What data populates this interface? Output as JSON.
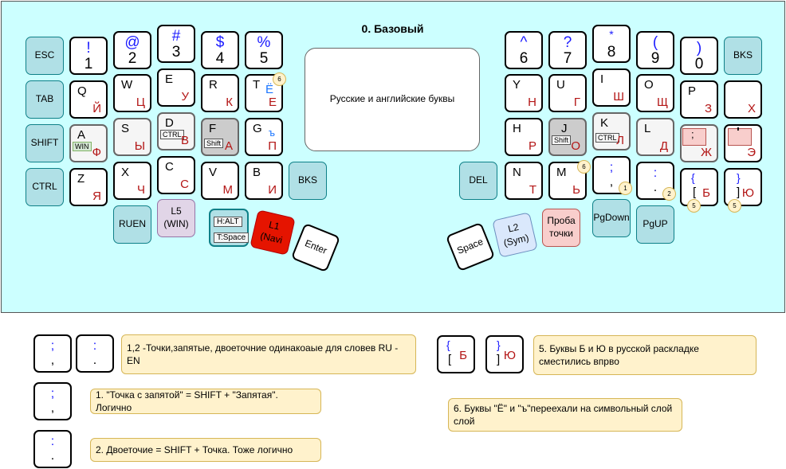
{
  "title": "0. Базовый",
  "center_text": "Русские и английские буквы",
  "keys": {
    "esc": "ESC",
    "tab": "TAB",
    "shift": "SHIFT",
    "ctrl": "CTRL",
    "bks_l": "BKS",
    "bks_r": "BKS",
    "del": "DEL",
    "ruen": "RUEN",
    "l5": [
      "L5",
      "(WIN)"
    ],
    "h_alt": "H:ALT",
    "t_space": "T:Space",
    "l1": [
      "L1",
      "(Navi"
    ],
    "enter": "Enter",
    "space": "Space",
    "l2": [
      "L2",
      "(Sym)"
    ],
    "proba": [
      "Проба",
      "точки"
    ],
    "pgdown": "PgDown",
    "pgup": "PgUP",
    "num": [
      {
        "top": "!",
        "bot": "1"
      },
      {
        "top": "@",
        "bot": "2"
      },
      {
        "top": "#",
        "bot": "3"
      },
      {
        "top": "$",
        "bot": "4"
      },
      {
        "top": "%",
        "bot": "5"
      },
      {
        "top": "^",
        "bot": "6"
      },
      {
        "top": "?",
        "bot": "7"
      },
      {
        "top": "*",
        "bot": "8"
      },
      {
        "top": "(",
        "bot": "9"
      },
      {
        "top": ")",
        "bot": "0"
      }
    ],
    "letters": {
      "q": {
        "en": "Q",
        "ru": "Й"
      },
      "w": {
        "en": "W",
        "ru": "Ц"
      },
      "e": {
        "en": "E",
        "ru": "У"
      },
      "r": {
        "en": "R",
        "ru": "К"
      },
      "t": {
        "en": "T",
        "ru": "Е",
        "ru2": "Ё"
      },
      "y": {
        "en": "Y",
        "ru": "Н"
      },
      "u": {
        "en": "U",
        "ru": "Г"
      },
      "i": {
        "en": "I",
        "ru": "Ш"
      },
      "o": {
        "en": "O",
        "ru": "Щ"
      },
      "p": {
        "en": "P",
        "ru": "З"
      },
      "x_ru": {
        "ru": "Х"
      },
      "a": {
        "en": "A",
        "ru": "Ф",
        "mod": "WIN"
      },
      "s": {
        "en": "S",
        "ru": "Ы"
      },
      "d": {
        "en": "D",
        "ru": "В",
        "mod": "CTRL"
      },
      "f": {
        "en": "F",
        "ru": "А",
        "mod": "Shift"
      },
      "g": {
        "en": "G",
        "ru": "П",
        "ru2": "ъ"
      },
      "h": {
        "en": "H",
        "ru": "Р"
      },
      "j": {
        "en": "J",
        "ru": "О",
        "mod": "Shift"
      },
      "k": {
        "en": "K",
        "ru": "Л",
        "mod": "CTRL"
      },
      "l": {
        "en": "L",
        "ru": "Д"
      },
      "semi": {
        "sym": ";",
        "ru": "Ж"
      },
      "quote": {
        "sym": "'",
        "ru": "Э"
      },
      "z": {
        "en": "Z",
        "ru": "Я"
      },
      "x": {
        "en": "X",
        "ru": "Ч"
      },
      "c": {
        "en": "C",
        "ru": "С"
      },
      "v": {
        "en": "V",
        "ru": "М"
      },
      "b": {
        "en": "B",
        "ru": "И"
      },
      "n": {
        "en": "N",
        "ru": "Т"
      },
      "m": {
        "en": "M",
        "ru": "Ь"
      },
      "comma": {
        "t": ";",
        "b": ","
      },
      "dot": {
        "t": ":",
        "b": "."
      },
      "lbr": {
        "t": "{",
        "b": "[",
        "ru": "Б"
      },
      "rbr": {
        "t": "}",
        "b": "]",
        "ru": "Ю"
      }
    },
    "badges": {
      "b1": "1",
      "b2": "2",
      "b5a": "5",
      "b5b": "5",
      "b6t": "6",
      "b6m": "6"
    }
  },
  "legend": {
    "note_12": "1,2 -Точки,запятые, двоеточние одинакоаые для словев RU - EN",
    "note_1": "1. \"Точка с запятой\" = SHIFT + \"Запятая\". Логично",
    "note_2": "2. Двоеточие = SHIFT + Точка. Тоже логично",
    "note_5": "5. Буквы Б и Ю в русской раскладке сместились впрво",
    "note_6": "6. Буквы \"Ё\" и \"ъ\"переехали на символьный слой слой",
    "k_semi": {
      "t": ";",
      "b": ","
    },
    "k_colon": {
      "t": ":",
      "b": "."
    },
    "k_b": {
      "t": "{",
      "b": "[",
      "ru": "Б"
    },
    "k_yu": {
      "t": "}",
      "b": "]",
      "ru": "Ю"
    }
  }
}
